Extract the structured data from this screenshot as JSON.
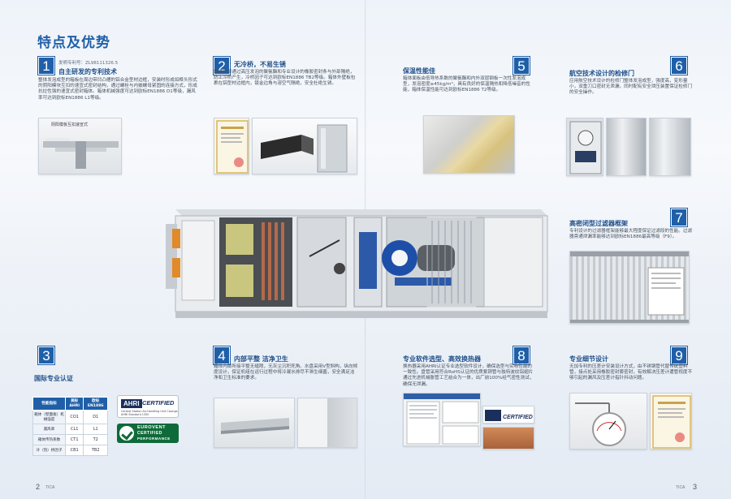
{
  "page_title": "特点及优势",
  "features": [
    {
      "num": "1",
      "title": "自主研发的专利技术",
      "sub": "发明专利号：ZL98111326.5",
      "desc": "整体发泡成型的箱板在周边带凹凸槽的铝合金型材边框，安装时形成如榫头形式的阴阳模块互扣的速宣式密封结构，通过螺栓与内嵌螺母紧固的连接方式，形成抗拉性强的速宣式密封箱体。箱体机械强度可达到欧标EN1886  D1等级，漏风率可达到欧标EN1886 L1等级。",
      "caption": "阴阳模板互扣速宣式"
    },
    {
      "num": "2",
      "title": "无冷桥，不易生锈",
      "desc": "箱体内部通过高压发泡的聚氨酯和专业设计的橡胶密封条与外部隔绝，防止冷桥产生，冷桥因子可达到欧标EN1886  TB2等级。箱体外壁板包裹在铝型材边框内，钣金边角与溶空气隔绝，安全杜绝生锈。"
    },
    {
      "num": "5",
      "title": "保温性能佳",
      "desc": "箱体面板由低导热系数的聚氨酯和内外双层钢板一次性发泡成型，发泡密度≥45kg/m³，具有良好的保温隔热和降低噪音的性能，箱体保温性能可达到欧标EN1886 T2等级。"
    },
    {
      "num": "6",
      "title": "航空技术设计的检修门",
      "desc": "应用航空技术设计的检修门整体发泡成型，强度高，变形量小，双重刀口密封无泄漏，同时配有安全泄压装置保证检修门的安全操作。"
    },
    {
      "num": "7",
      "title": "高密闭型过滤器框架",
      "desc": "专利设计的过滤器框架能够最大程度保证过滤段的性能。过滤器旁通泄漏率能够达到欧标EN1886最高等级（F9）。"
    },
    {
      "num": "3",
      "title": "国际专业认证"
    },
    {
      "num": "4",
      "title": "内部平整  洁净卫生",
      "desc": "箱体内部所接平整无缝隙，无灰尘沉积死角。水盘采用V型斜构，纵向倾度设计，保证机组在运行过程中将冷凝水排尽不滞生细菌，安全满足洁净和卫生标准的要求。"
    },
    {
      "num": "8",
      "title": "专业软件选型、高效换热器",
      "desc": "换热器采用AHRI认证专业选型软件设计，确保选型与实物性能的一致性。盘管采用符合RoHS认证的优质紫铜管与独特波纹铝翅片通过先进机械胀管工艺结合为一体，出厂前100%经气密性测试，确保无泄漏。"
    },
    {
      "num": "9",
      "title": "专业细节设计",
      "desc": "无加专利的压差计安装设计方式，由不锈钢管代替传统塑料管，接点处采用橡胶密封套密封，有效解决压差计遭管视度不够引起的漏风及压差计指针抖动问题。"
    }
  ],
  "cert_table": {
    "headers": [
      "性能指标",
      "美标 AHRI",
      "欧标 EN1886"
    ],
    "rows": [
      [
        "箱体（壁面板）机械强度",
        "CO1",
        "D1"
      ],
      [
        "漏风率",
        "CL1",
        "L1"
      ],
      [
        "箱体传热系数",
        "CT1",
        "T2"
      ],
      [
        "冷（热）桥因子",
        "CB1",
        "TB2"
      ]
    ]
  },
  "badges": {
    "ahri_logo": "AHRI",
    "ahri_certified": "CERTIFIED",
    "ahri_note": "Central Station Air-Handling Unit Casings AHRI Standard 1350",
    "euro_line1": "EUROVENT",
    "euro_line2": "CERTIFIED",
    "euro_line3": "PERFORMANCE"
  },
  "footer": {
    "left_page": "2",
    "right_page": "3",
    "brand": "TICA"
  },
  "colors": {
    "accent": "#1f5fa8",
    "heading": "#1f4f8a"
  }
}
